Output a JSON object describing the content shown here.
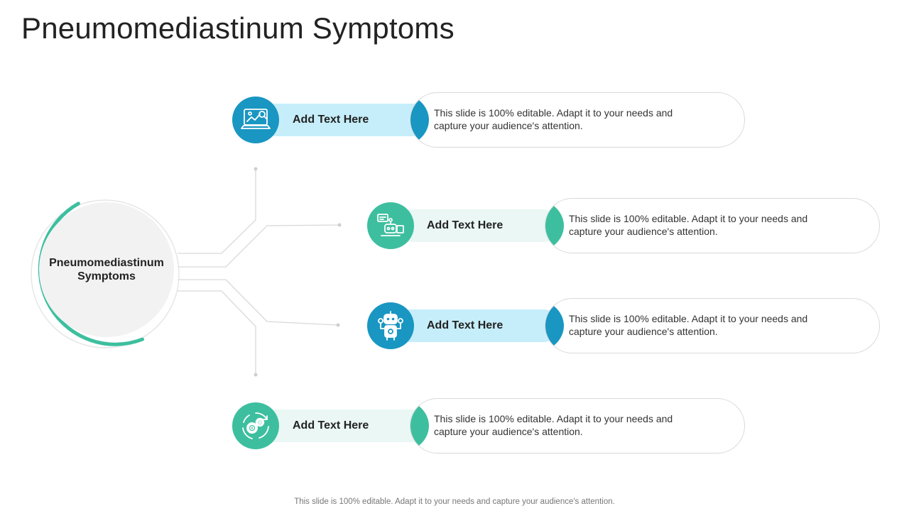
{
  "slide": {
    "title": "Pneumomediastinum Symptoms",
    "hub_label": "Pneumomediastinum Symptoms",
    "footer": "This slide is 100% editable. Adapt it to your needs and capture your audience's attention."
  },
  "colors": {
    "blue": "#1a96c2",
    "blue_light": "#c6eefa",
    "teal": "#3dbf9f",
    "teal_light": "#eaf7f4",
    "hub_fill": "#f2f2f2",
    "connector": "#d9d9d9"
  },
  "items": [
    {
      "heading": "Add Text Here",
      "description": "This slide is 100% editable. Adapt it to your needs and capture your audience's attention.",
      "icon": "laptop-analytics-icon",
      "theme": "blue"
    },
    {
      "heading": "Add Text Here",
      "description": "This slide is 100% editable. Adapt it to your needs and capture your audience's attention.",
      "icon": "robot-monitor-icon",
      "theme": "teal"
    },
    {
      "heading": "Add Text Here",
      "description": "This slide is 100% editable. Adapt it to your needs and capture your audience's attention.",
      "icon": "robot-icon",
      "theme": "blue"
    },
    {
      "heading": "Add Text Here",
      "description": "This slide is 100% editable. Adapt it to your needs and capture your audience's attention.",
      "icon": "gears-cycle-icon",
      "theme": "teal"
    }
  ]
}
